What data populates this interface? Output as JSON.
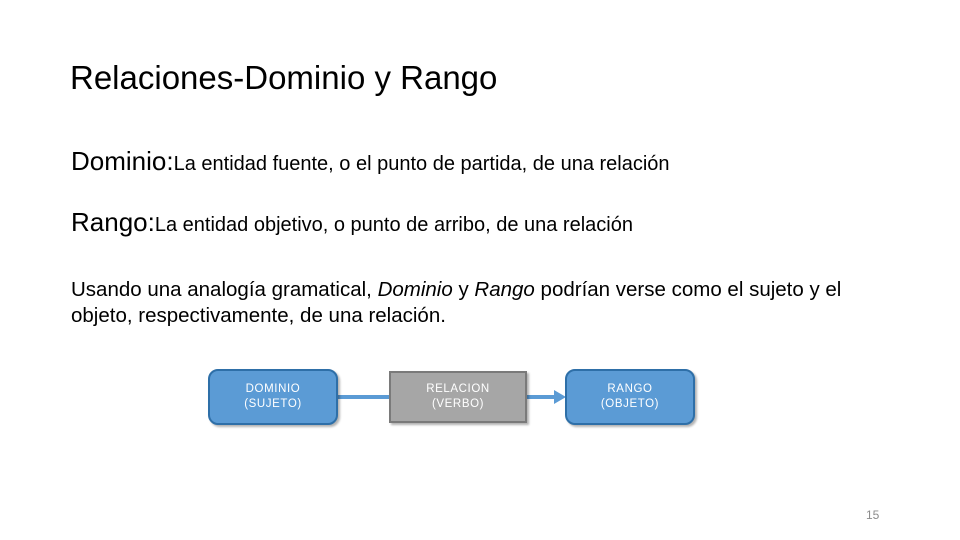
{
  "slide": {
    "title": "Relaciones-Dominio y Rango",
    "page_number": "15",
    "background_color": "#FFFFFF",
    "text_color": "#000000",
    "page_number_color": "#8C8C8C"
  },
  "definitions": [
    {
      "term": "Dominio:",
      "description": "La entidad fuente, o el punto de partida, de una relación"
    },
    {
      "term": "Rango:",
      "description": "La entidad objetivo, o punto de arribo, de una relación"
    }
  ],
  "paragraph": {
    "part1": "Usando una analogía gramatical, ",
    "italic1": "Dominio",
    "part2": " y ",
    "italic2": "Rango",
    "part3": " podrían verse como el sujeto y el objeto, respectivamente, de una relación."
  },
  "diagram": {
    "type": "flow",
    "accent_color": "#5B9BD5",
    "accent_border_color": "#2E6FA8",
    "neutral_color": "#A6A6A6",
    "neutral_border_color": "#7A7A7A",
    "label_color": "#FFFFFF",
    "nodes": [
      {
        "id": "domain",
        "line1": "DOMINIO",
        "line2": "(SUJETO)",
        "shape": "rounded-rect",
        "fill": "#5B9BD5"
      },
      {
        "id": "relation",
        "line1": "RELACION",
        "line2": "(VERBO)",
        "shape": "rect",
        "fill": "#A6A6A6"
      },
      {
        "id": "range",
        "line1": "RANGO",
        "line2": "(OBJETO)",
        "shape": "rounded-rect",
        "fill": "#5B9BD5"
      }
    ],
    "connectors": [
      {
        "from": "domain",
        "to": "relation",
        "arrowhead": false
      },
      {
        "from": "relation",
        "to": "range",
        "arrowhead": true
      }
    ]
  }
}
